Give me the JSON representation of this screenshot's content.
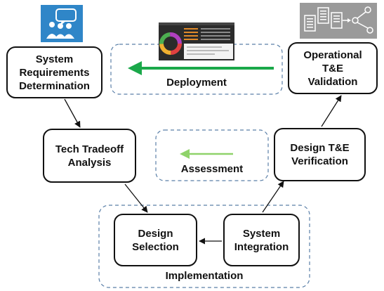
{
  "diagram": {
    "nodes": {
      "system_requirements": "System\nRequirements\nDetermination",
      "tech_tradeoff": "Tech Tradeoff\nAnalysis",
      "design_selection": "Design\nSelection",
      "system_integration": "System\nIntegration",
      "design_verification": "Design T&E\nVerification",
      "operational_validation": "Operational\nT&E\nValidation"
    },
    "groups": {
      "deployment": "Deployment",
      "assessment": "Assessment",
      "implementation": "Implementation"
    },
    "icons": {
      "requirements": "user-group-chat-icon",
      "deployment": "dashboard-screenshot-icon",
      "validation": "documents-network-icon"
    },
    "colors": {
      "deployment_arrow": "#1aa84a",
      "assessment_arrow": "#8fd36a",
      "group_border": "#5a7fa8",
      "icon_blue": "#2f86c8",
      "icon_gray": "#9a9a9a"
    }
  }
}
